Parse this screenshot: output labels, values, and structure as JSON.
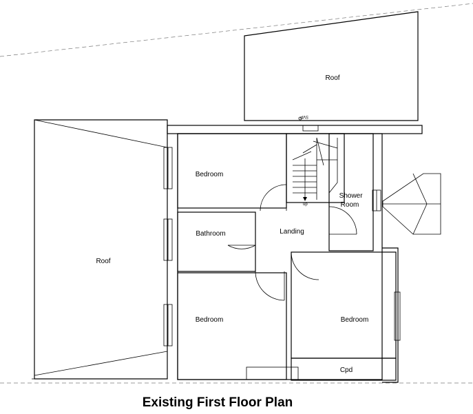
{
  "title": "Existing First Floor Plan",
  "rooms": {
    "roof_top": "Roof",
    "roof_left": "Roof",
    "bedroom_top_left": "Bedroom",
    "bathroom": "Bathroom",
    "landing": "Landing",
    "shower_room": "Shower\nRoom",
    "bedroom_bottom_left": "Bedroom",
    "bedroom_bottom_right": "Bedroom",
    "cpd": "Cpd"
  },
  "labels": {
    "stair_up": "up",
    "svp": "SVP"
  }
}
